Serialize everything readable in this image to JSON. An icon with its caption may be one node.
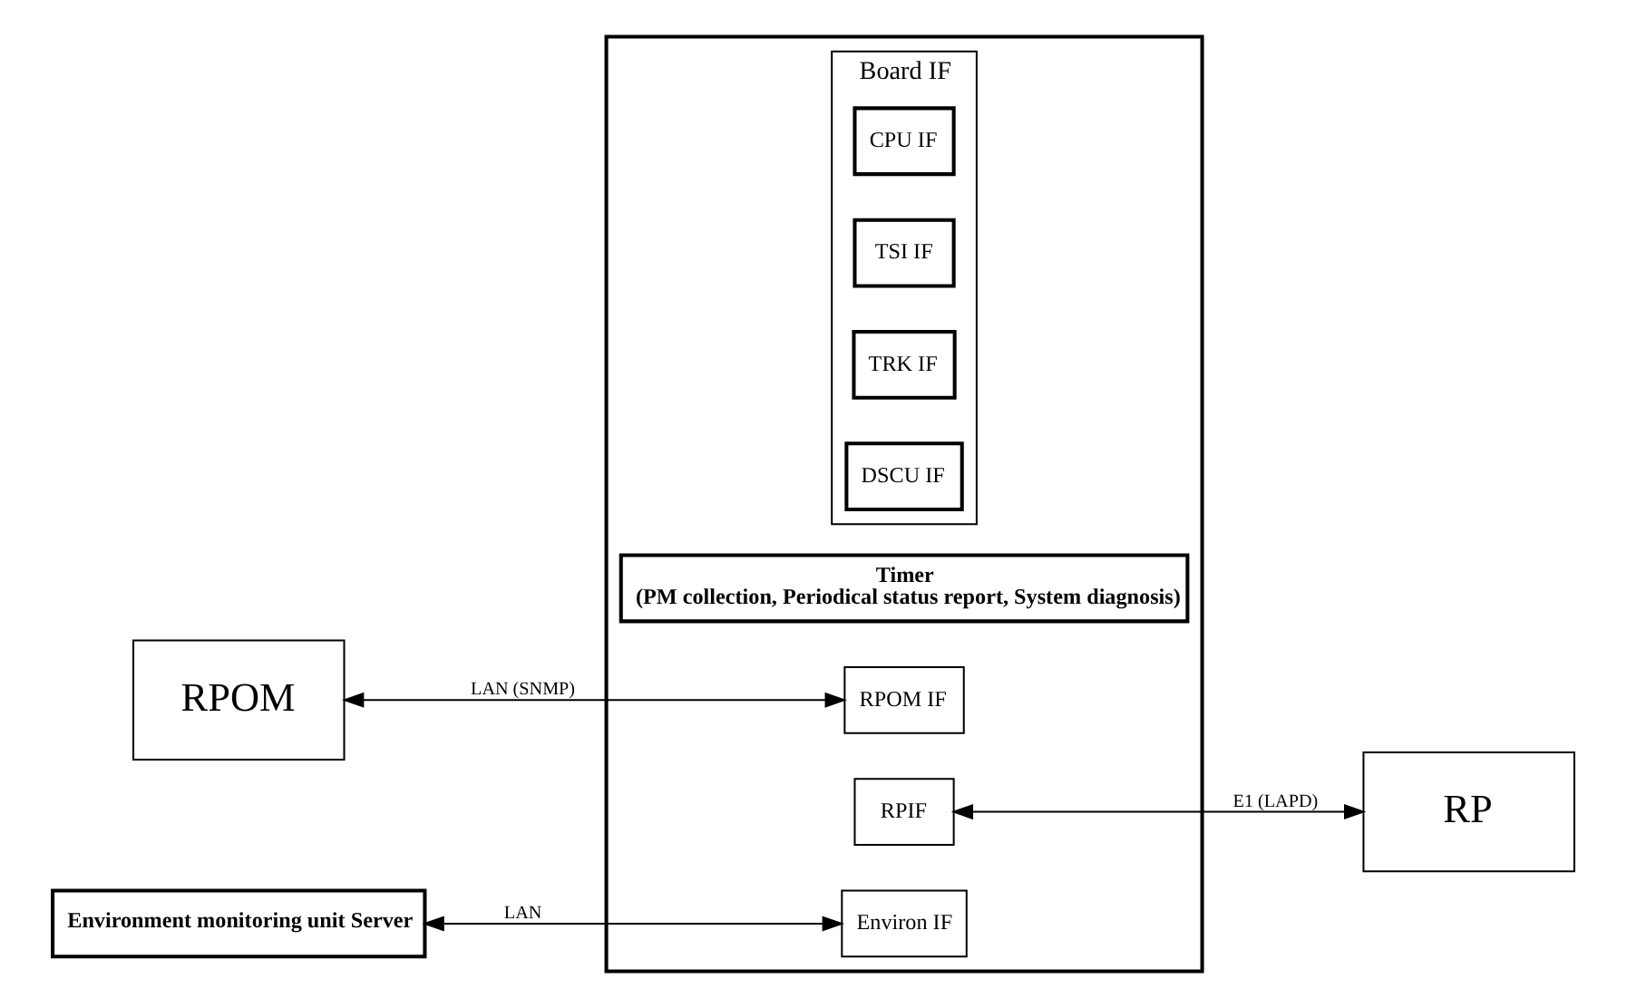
{
  "diagram": {
    "nodes": [
      {
        "text": [],
        "shape": "box"
      },
      {
        "text": [
          "Timer",
          "(PM collection, Periodical status report, System diagnosis)"
        ],
        "in": 0
      },
      {
        "text": [
          "RPOM"
        ]
      },
      {
        "text": [
          "RPOM IF"
        ],
        "in": 0
      },
      {
        "text": [
          "RPIF"
        ],
        "in": 0
      },
      {
        "text": [
          "RP"
        ]
      },
      {
        "text": [
          "Environment monitoring unit Server"
        ]
      },
      {
        "text": [
          "Environ IF"
        ],
        "in": 0
      },
      {
        "text": [
          "Board IF"
        ],
        "in": 0
      },
      {
        "text": [
          "CPU IF"
        ],
        "in": 8
      },
      {
        "text": [
          "TSI IF"
        ],
        "in": 8
      },
      {
        "text": [
          "TRK IF"
        ],
        "in": 8
      },
      {
        "text": [
          "DSCU IF"
        ],
        "in": 8
      }
    ],
    "edges": [
      {
        "from": 2,
        "to": 3,
        "arrow": "both",
        "label": "LAN (SNMP)"
      },
      {
        "from": 4,
        "to": 5,
        "arrow": "both",
        "label": "E1 (LAPD)"
      },
      {
        "from": 6,
        "to": 7,
        "arrow": "both",
        "label": "LAN"
      }
    ]
  }
}
